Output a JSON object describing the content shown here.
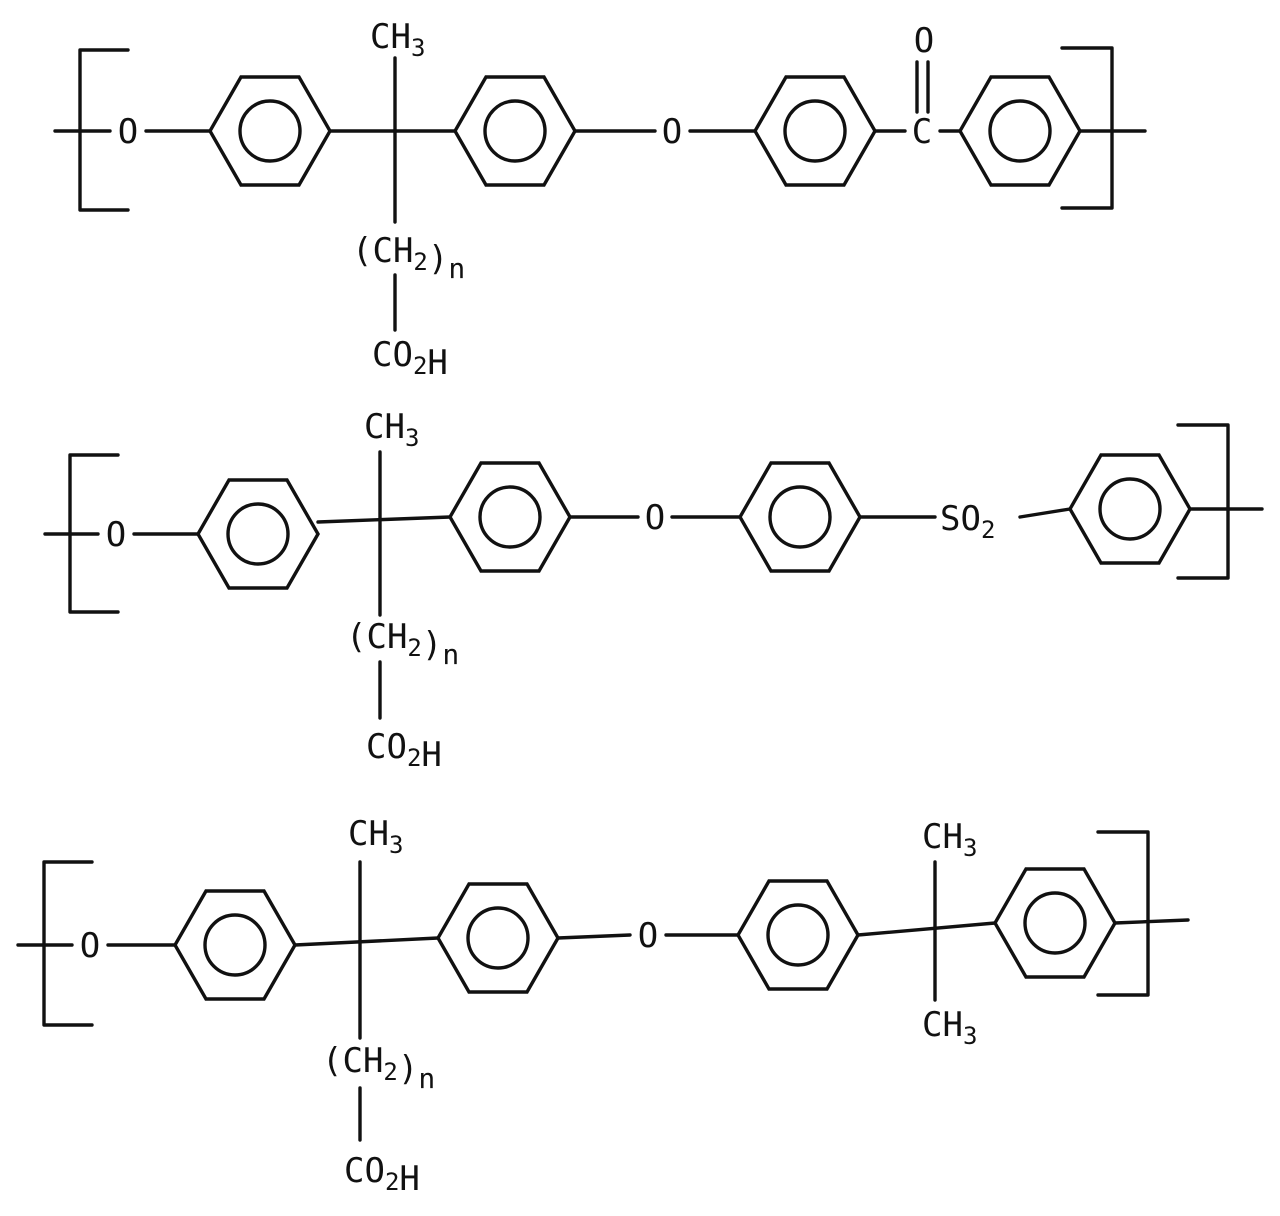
{
  "structures": [
    {
      "id": "ketone",
      "labels": {
        "o_left": "O",
        "ch3_main": "CH3",
        "side": "(CH2)n",
        "acid": "CO2H",
        "o_ether": "O",
        "carbonyl_c": "C",
        "carbonyl_o": "O"
      }
    },
    {
      "id": "sulfone",
      "labels": {
        "o_left": "O",
        "ch3_main": "CH3",
        "side": "(CH2)n",
        "acid": "CO2H",
        "o_ether": "O",
        "so2": "SO2"
      }
    },
    {
      "id": "isopropylidene",
      "labels": {
        "o_left": "O",
        "ch3_main": "CH3",
        "side": "(CH2)n",
        "acid": "CO2H",
        "o_ether": "O",
        "ch3_top": "CH3",
        "ch3_bottom": "CH3"
      }
    }
  ]
}
